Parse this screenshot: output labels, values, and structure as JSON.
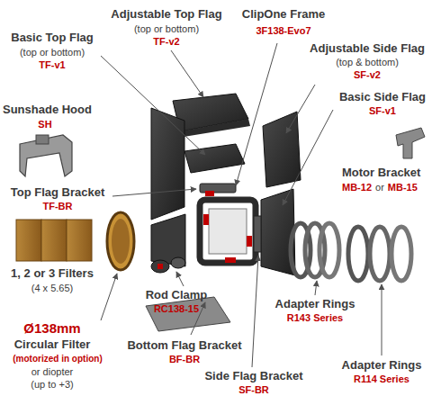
{
  "diagram": {
    "labels": [
      "Adjustable Top Flag",
      "(top or bottom)",
      "TF-v2",
      "ClipOne Frame",
      "3F138-Evo7",
      "Basic Top Flag",
      "(top or bottom)",
      "TF-v1",
      "Adjustable Side Flag",
      "(top & bottom)",
      "SF-v2",
      "Sunshade Hood",
      "SH",
      "Basic Side Flag",
      "SF-v1",
      "Motor Bracket",
      "MB-12",
      "or",
      "MB-15",
      "Top Flag Bracket",
      "TF-BR",
      "1, 2 or 3 Filters",
      "(4 x 5.65)",
      "Rod Clamp",
      "RC138-15",
      "Adapter Rings",
      "R143 Series",
      "Ø138mm",
      "Circular Filter",
      "(motorized in option)",
      "or diopter",
      "(up to +3)",
      "Bottom Flag Bracket",
      "BF-BR",
      "Adapter Rings",
      "R114 Series",
      "Side Flag Bracket",
      "SF-BR"
    ]
  }
}
